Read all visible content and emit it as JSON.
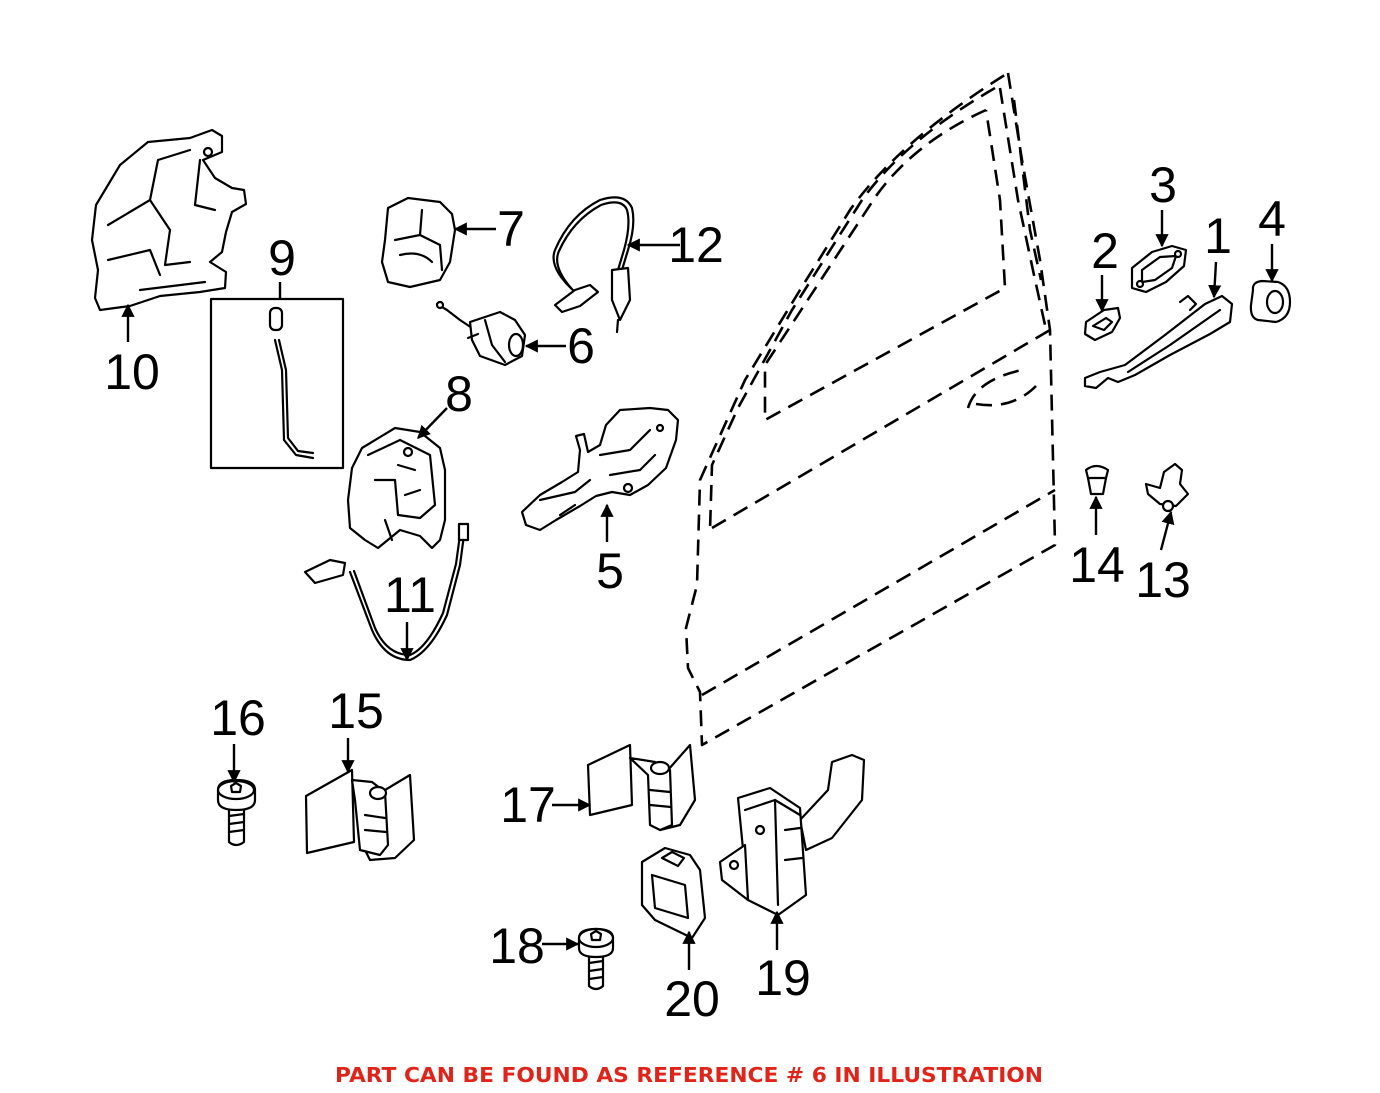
{
  "callouts": {
    "ref_1": "1",
    "ref_2": "2",
    "ref_3": "3",
    "ref_4": "4",
    "ref_5": "5",
    "ref_6": "6",
    "ref_7": "7",
    "ref_8": "8",
    "ref_9": "9",
    "ref_10": "10",
    "ref_11": "11",
    "ref_12": "12",
    "ref_13": "13",
    "ref_14": "14",
    "ref_15": "15",
    "ref_16": "16",
    "ref_17": "17",
    "ref_18": "18",
    "ref_19": "19",
    "ref_20": "20"
  },
  "caption": "PART CAN BE FOUND AS REFERENCE # 6 IN ILLUSTRATION",
  "colors": {
    "caption": "#e02419",
    "line": "#000000",
    "background": "#ffffff"
  }
}
